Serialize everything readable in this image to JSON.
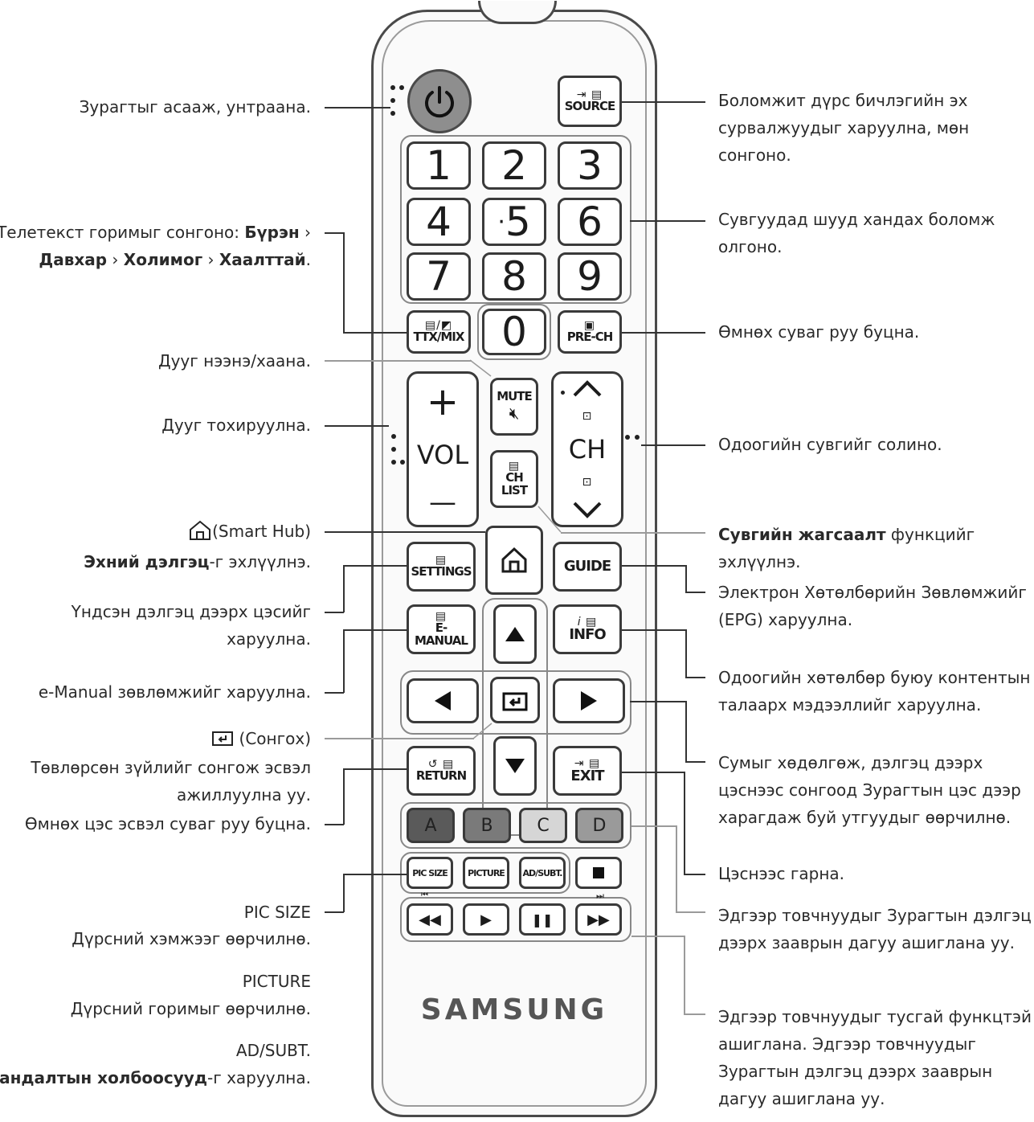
{
  "remote": {
    "brand": "SAMSUNG",
    "buttons": {
      "source": "SOURCE",
      "digits": [
        "1",
        "2",
        "3",
        "4",
        "5",
        "6",
        "7",
        "8",
        "9",
        "0"
      ],
      "ttx": "TTX/MIX",
      "prech": "PRE-CH",
      "mute": "MUTE",
      "vol": "VOL",
      "vol_plus": "+",
      "vol_minus": "—",
      "ch": "CH",
      "chlist_1": "CH",
      "chlist_2": "LIST",
      "settings": "SETTINGS",
      "guide": "GUIDE",
      "emanual": "E-MANUAL",
      "info": "INFO",
      "return": "RETURN",
      "exit": "EXIT",
      "color_a": "A",
      "color_b": "B",
      "color_c": "C",
      "color_d": "D",
      "picsize": "PIC SIZE",
      "picture": "PICTURE",
      "adsubt": "AD/SUBT."
    },
    "colors": {
      "a": "#5a5a5a",
      "b": "#7a7a7a",
      "c": "#d6d6d6",
      "d": "#9a9a9a",
      "power": "#8e8e8e"
    }
  },
  "annotations": {
    "power": "Зурагтыг асааж, унтраана.",
    "teletext_1": "Телетекст горимыг сонгоно: ",
    "teletext_bold_1": "Бүрэн",
    "teletext_2": "Давхар",
    "teletext_3": "Холимог",
    "teletext_4": "Хаалттай",
    "teletext_sep": " › ",
    "teletext_end": ".",
    "mute": "Дууг нээнэ/хаана.",
    "volume": "Дууг тохируулна.",
    "smarthub": "(Smart Hub)",
    "home_bold": "Эхний дэлгэц",
    "home_rest": "-г эхлүүлнэ.",
    "settings_1": "Үндсэн дэлгэц дээрх цэсийг",
    "settings_2": "харуулна.",
    "emanual": "e-Manual зөвлөмжийг харуулна.",
    "select_title": "(Сонгох)",
    "select_1": "Төвлөрсөн зүйлийг сонгож эсвэл",
    "select_2": "ажиллуулна уу.",
    "return": "Өмнөх цэс эсвэл суваг руу буцна.",
    "picsize_title": "PIC SIZE",
    "picsize_desc": "Дүрсний хэмжээг өөрчилнө.",
    "picture_title": "PICTURE",
    "picture_desc": "Дүрсний горимыг өөрчилнө.",
    "adsubt_title": "AD/SUBT.",
    "adsubt_bold": "Хандалтын холбоосууд",
    "adsubt_rest": "-г харуулна.",
    "source_1": "Боломжит дүрс бичлэгийн эх",
    "source_2": "сурвалжуудыг харуулна, мөн",
    "source_3": "сонгоно.",
    "numbers_1": "Сувгуудад шууд хандах боломж",
    "numbers_2": "олгоно.",
    "prech": "Өмнөх суваг руу буцна.",
    "channel": "Одоогийн сувгийг солино.",
    "chlist_bold": "Сувгийн жагсаалт",
    "chlist_rest": " функцийг",
    "chlist_2": "эхлүүлнэ.",
    "guide_1": "Электрон Хөтөлбөрийн Зөвлөмжийг",
    "guide_2": "(EPG) харуулна.",
    "info_1": "Одоогийн хөтөлбөр буюу контентын",
    "info_2": "талаарх мэдээллийг харуулна.",
    "nav_1": "Сумыг хөдөлгөж, дэлгэц дээрх",
    "nav_2": "цэснээс сонгоод Зурагтын цэс дээр",
    "nav_3": "харагдаж буй утгуудыг өөрчилнө.",
    "exit": "Цэснээс гарна.",
    "color_1": "Эдгээр товчнуудыг Зурагтын дэлгэц",
    "color_2": "дээрх зааврын дагуу ашиглана уу.",
    "media_1": "Эдгээр товчнуудыг тусгай функцтэй",
    "media_2": "ашиглана. Эдгээр товчнуудыг",
    "media_3": "Зурагтын дэлгэц дээрх зааврын",
    "media_4": "дагуу ашиглана уу."
  }
}
